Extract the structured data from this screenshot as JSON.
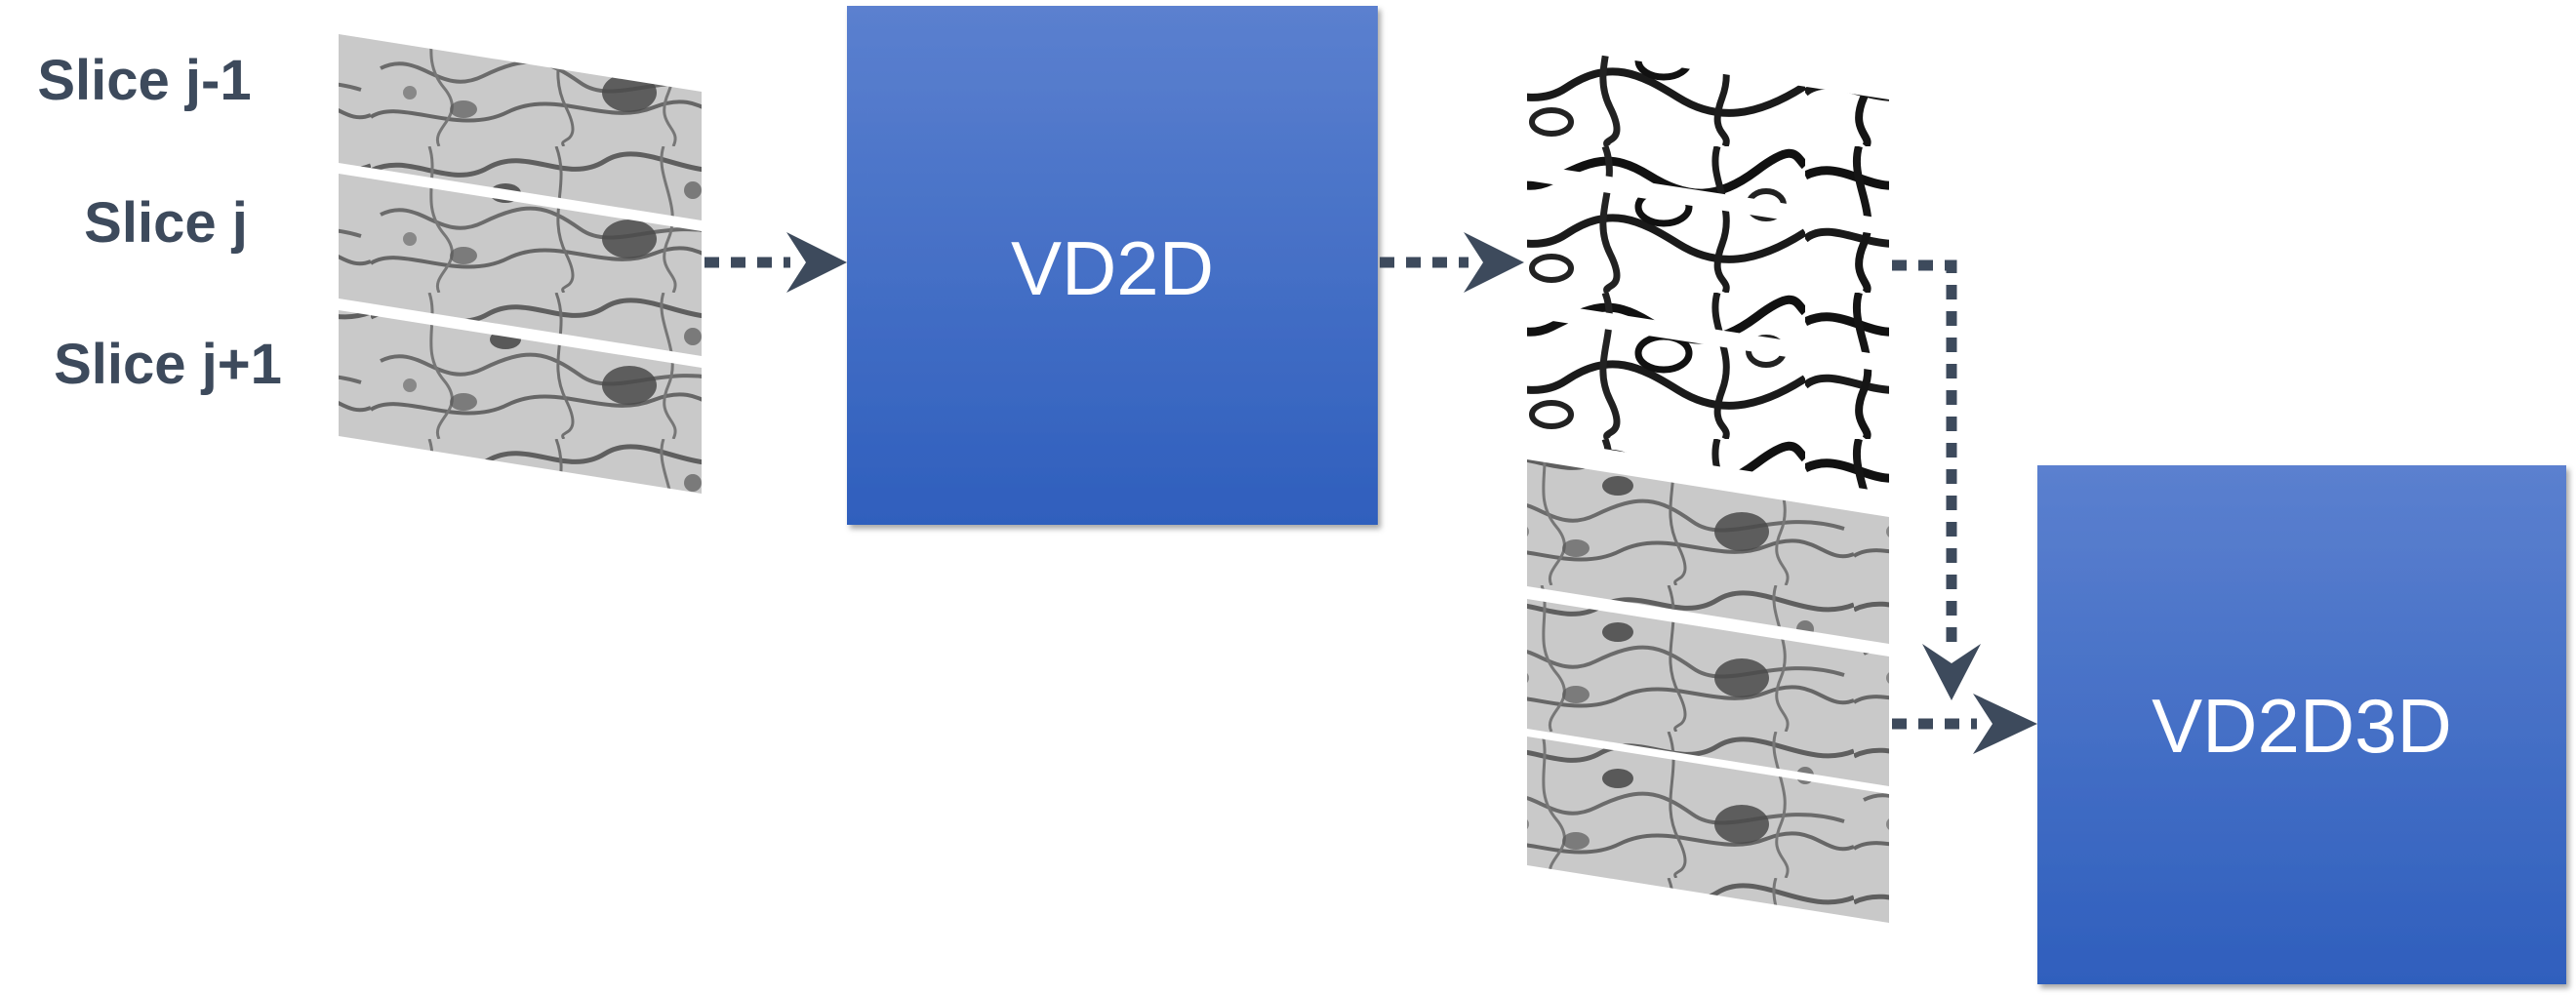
{
  "input_slices": {
    "labels": [
      "Slice j-1",
      "Slice j",
      "Slice j+1"
    ],
    "image_kind": "EM grayscale slice"
  },
  "vd2d_box": {
    "label": "VD2D",
    "color_top": "#5b80cf",
    "color_bottom": "#2f5fbd"
  },
  "vd2d3d_box": {
    "label": "VD2D3D",
    "color_top": "#5b80cf",
    "color_bottom": "#2f5fbd"
  },
  "intermediate_stack": {
    "boundary_maps": 3,
    "raw_slices": 3
  },
  "colors": {
    "arrow": "#3d4a5c",
    "label_text": "#3d4a5c",
    "box_text": "#ffffff"
  }
}
